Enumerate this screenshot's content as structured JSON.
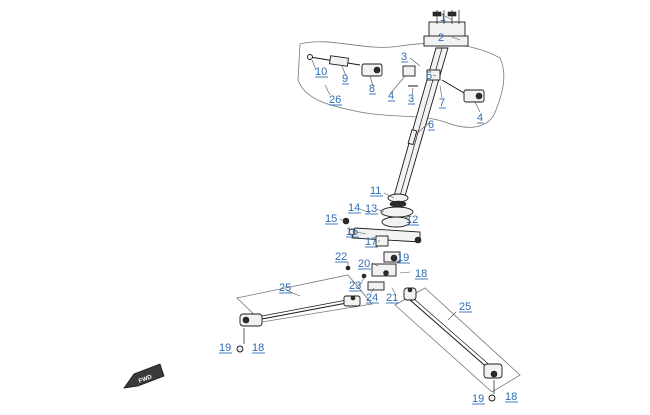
{
  "diagram": {
    "labels": {
      "l1": "1",
      "l2": "2",
      "l3a": "3",
      "l3b": "3",
      "l4a": "4",
      "l4b": "4",
      "l5": "5",
      "l6": "6",
      "l7": "7",
      "l8": "8",
      "l9": "9",
      "l10": "10",
      "l11": "11",
      "l12": "12",
      "l13": "13",
      "l14": "14",
      "l15": "15",
      "l16": "16",
      "l17": "17",
      "l18a": "18",
      "l18b": "18",
      "l18c": "18",
      "l19a": "19",
      "l19b": "19",
      "l19c": "19",
      "l20": "20",
      "l21": "21",
      "l22": "22",
      "l23": "23",
      "l24": "24",
      "l25a": "25",
      "l25b": "25",
      "l26": "26"
    },
    "direction_marker": "FWD",
    "colors": {
      "label": "#2e6db4",
      "line": "#1a1a1a"
    }
  }
}
